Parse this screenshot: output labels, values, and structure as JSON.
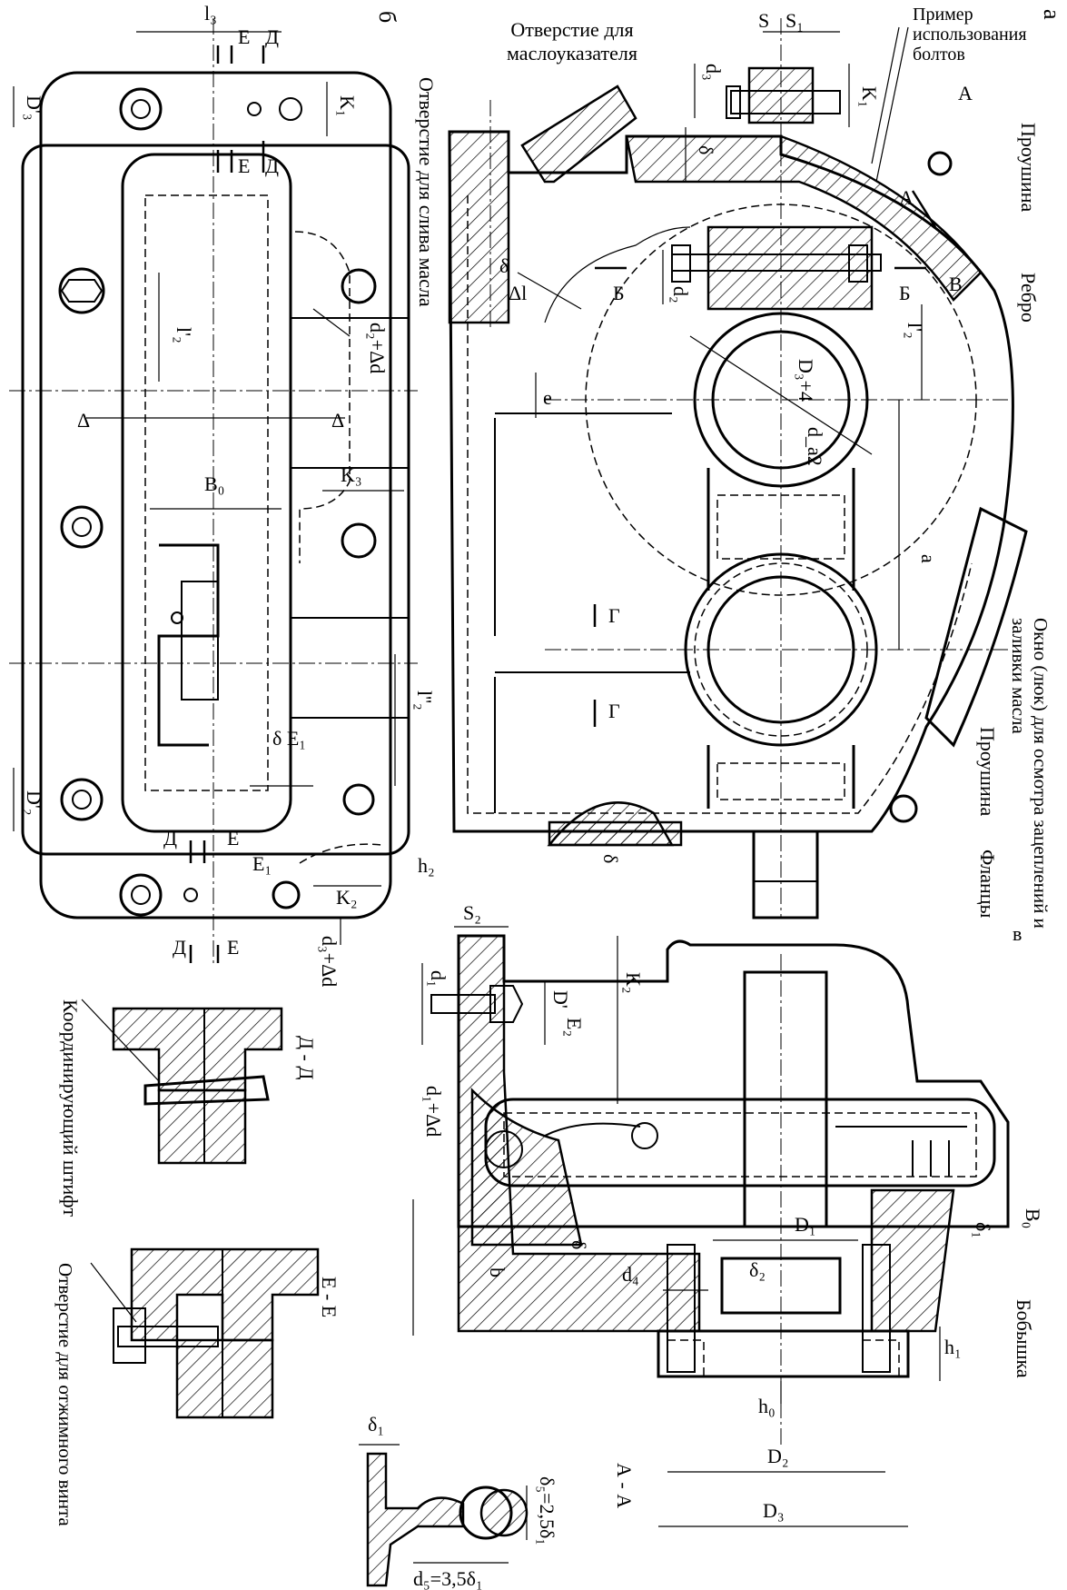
{
  "figure": {
    "panel_a": "а",
    "panel_b": "б",
    "panel_v": "в",
    "labels": {
      "bolt_example": "Пример использования болтов",
      "oil_gauge_hole": "Отверстие для маслоуказателя",
      "oil_drain_hole": "Отверстие для слива масла",
      "lug_top": "Проушина",
      "lug_bottom": "Проушина",
      "rib": "Ребро",
      "inspection_window": "Окно (люк) для осмотра зацеплений и заливки масла",
      "flanges": "Фланцы",
      "boss": "Бобышка",
      "locating_pin": "Координирующий штифт",
      "jack_screw_hole": "Отверстие для отжимного винта"
    },
    "sections": {
      "d_d": "Д - Д",
      "e_e": "Е - Е",
      "a_a": "А - А"
    },
    "marks": {
      "A": "А",
      "B": "Б",
      "V": "В",
      "G": "Г",
      "D": "Д",
      "E": "Е"
    },
    "dims": {
      "l3": "l₃",
      "D3p": "D'₃",
      "K1": "K₁",
      "l2p": "l'₂",
      "d2dd": "d₂+Δd",
      "delta": "Δ",
      "B0": "B₀",
      "K3": "K₃",
      "l2pp": "l''₂",
      "dE1": "δ E₁",
      "D2p": "D'₂",
      "E1": "E₁",
      "K2": "K₂",
      "h2": "h₂",
      "d3dd": "d₃+Δd",
      "S": "S",
      "S1": "S₁",
      "d3": "d₃",
      "dl": "δ",
      "d2": "d₂",
      "Dl": "Δl",
      "D34": "D₃+4",
      "da2": "d_a2",
      "e": "e",
      "a": "a",
      "S2": "S₂",
      "d1": "d₁",
      "Dp": "D'",
      "E2": "E₂",
      "d1dd": "d₁+Δd",
      "D1": "D₁",
      "b": "b",
      "d4": "d₄",
      "delta2": "δ₂",
      "delta1": "δ₁",
      "h1": "h₁",
      "h0": "h₀",
      "D2": "D₂",
      "D3": "D₃",
      "d5": "d₅=3,5δ₁",
      "delta5": "δ₅=2,5δ₁"
    }
  }
}
